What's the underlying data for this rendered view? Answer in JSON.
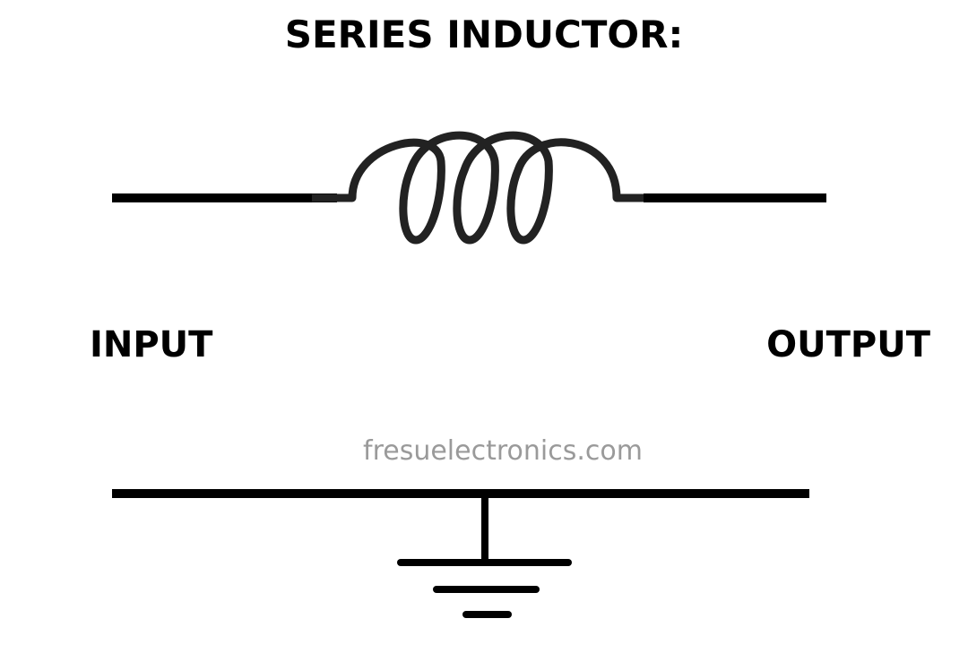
{
  "diagram": {
    "title": "SERIES INDUCTOR:",
    "input_label": "INPUT",
    "output_label": "OUTPUT",
    "watermark": "fresuelectronics.com"
  },
  "colors": {
    "wire": "#000000",
    "coil": "#222222",
    "watermark": "#9a9a9a",
    "background": "#ffffff"
  },
  "icons": {
    "inductor": "inductor-coil-icon",
    "ground": "ground-symbol-icon"
  }
}
